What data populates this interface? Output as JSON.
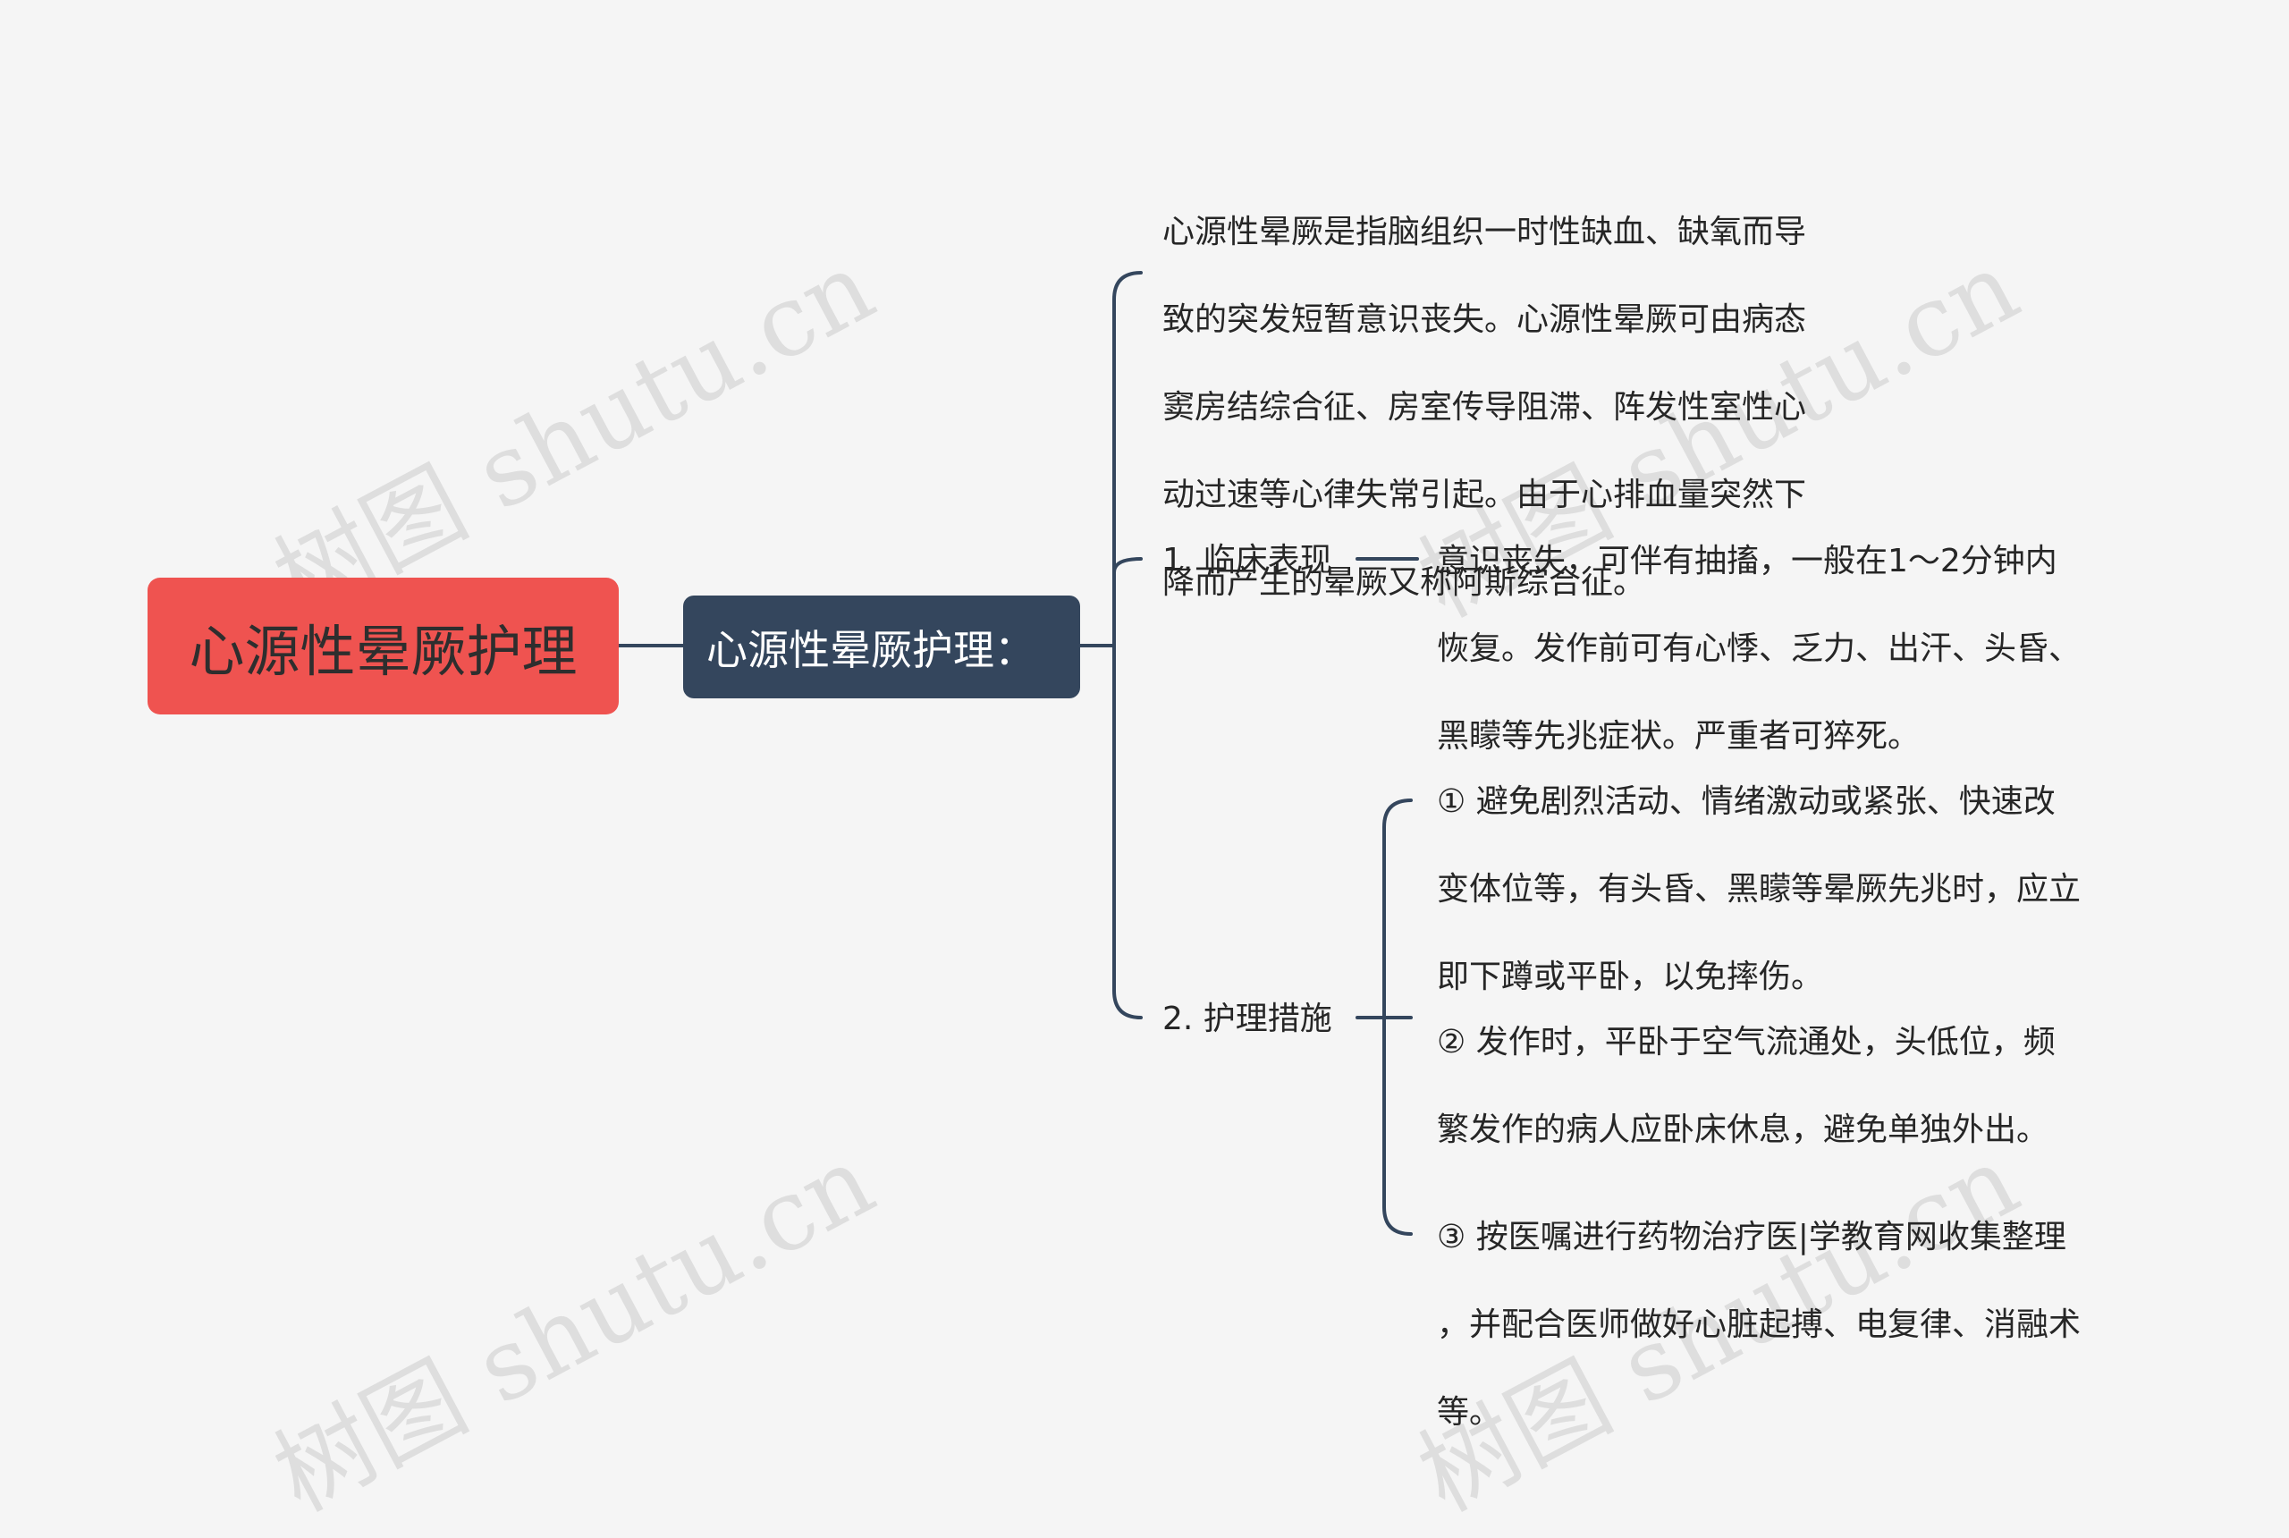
{
  "root": {
    "label": "心源性晕厥护理"
  },
  "sub": {
    "label": "心源性晕厥护理："
  },
  "definition": {
    "lines": [
      "心源性晕厥是指脑组织一时性缺血、缺氧而导",
      "致的突发短暂意识丧失。心源性晕厥可由病态",
      "窦房结综合征、房室传导阻滞、阵发性室性心",
      "动过速等心律失常引起。由于心排血量突然下",
      "降而产生的晕厥又称阿斯综合征。"
    ]
  },
  "clinical": {
    "label": "1. 临床表现",
    "detail_lines": [
      "意识丧失，可伴有抽搐，一般在1～2分钟内",
      "恢复。发作前可有心悸、乏力、出汗、头昏、",
      "黑矇等先兆症状。严重者可猝死。"
    ]
  },
  "nursing": {
    "label": "2. 护理措施",
    "items": [
      {
        "lines": [
          "① 避免剧烈活动、情绪激动或紧张、快速改",
          "变体位等，有头昏、黑矇等晕厥先兆时，应立",
          "即下蹲或平卧，以免摔伤。"
        ]
      },
      {
        "lines": [
          "② 发作时，平卧于空气流通处，头低位，频",
          "繁发作的病人应卧床休息，避免单独外出。"
        ]
      },
      {
        "lines": [
          "③ 按医嘱进行药物治疗医|学教育网收集整理",
          "，并配合医师做好心脏起搏、电复律、消融术",
          "等。"
        ]
      }
    ]
  },
  "watermark": {
    "text": "树图 shutu.cn"
  },
  "colors": {
    "root_bg": "#ef5350",
    "sub_bg": "#34465d",
    "line": "#34465d",
    "background": "#f5f5f5"
  }
}
